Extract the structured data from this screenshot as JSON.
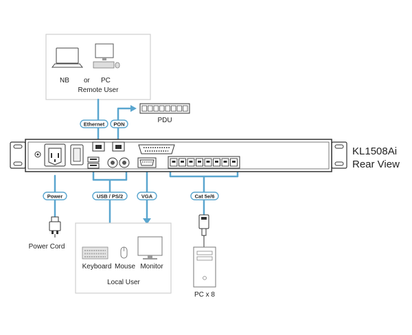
{
  "device": {
    "model": "KL1508Ai",
    "view": "Rear View"
  },
  "remote_user": {
    "nb_label": "NB",
    "or_label": "or",
    "pc_label": "PC",
    "caption": "Remote User"
  },
  "pdu": {
    "label": "PDU"
  },
  "connections": {
    "ethernet": "Ethernet",
    "pon": "PON",
    "power": "Power",
    "usb_ps2": "USB / PS/2",
    "vga": "VGA",
    "cat": "Cat 5e/6"
  },
  "power_cord": {
    "label": "Power Cord"
  },
  "local_user": {
    "keyboard": "Keyboard",
    "mouse": "Mouse",
    "monitor": "Monitor",
    "caption": "Local User"
  },
  "computers": {
    "label": "PC x 8"
  },
  "colors": {
    "cable": "#5aa6cf",
    "pill_border": "#5aa6cf",
    "line": "#222222",
    "box_border": "#c8c8c8",
    "icon_gray": "#9a9a9a"
  }
}
